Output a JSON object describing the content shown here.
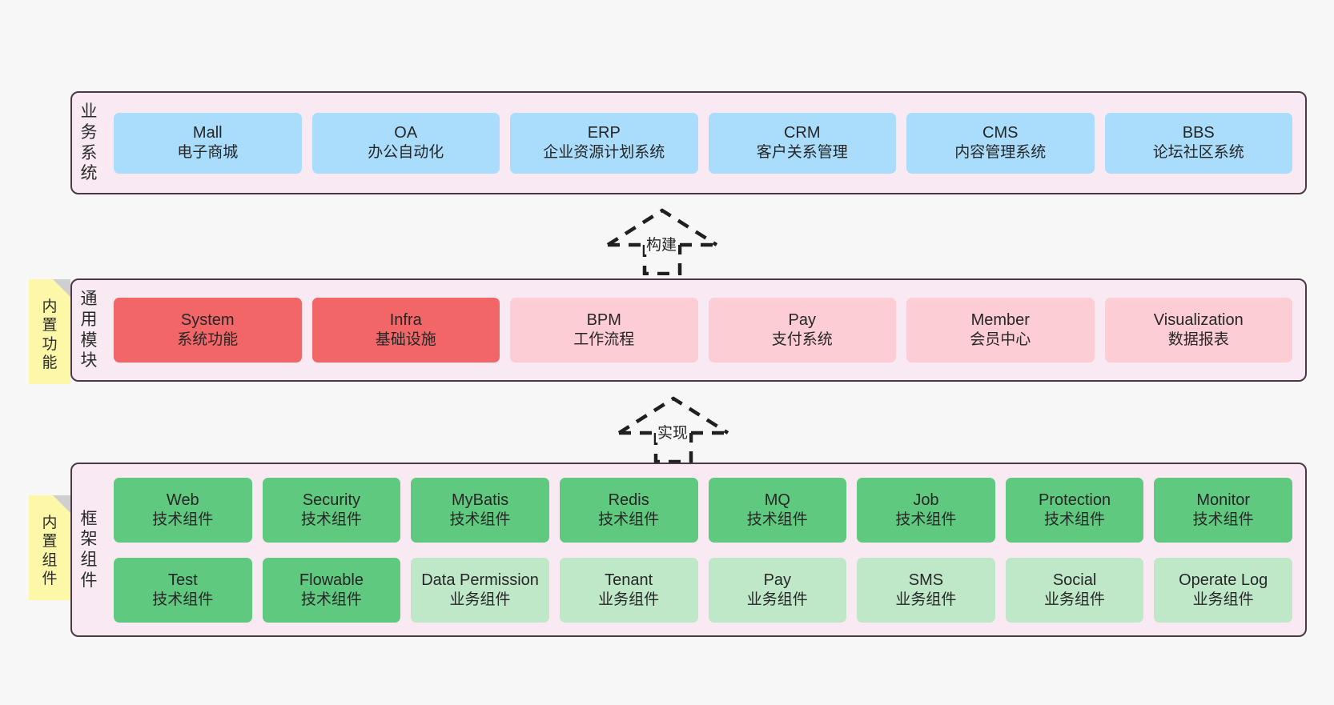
{
  "diagram": {
    "background_color": "#f7f7f7",
    "panel_color": "#f8e9f3",
    "panel_border_color": "#4b3a46"
  },
  "layers": [
    {
      "id": "business-system",
      "title": "业务系统",
      "title_chars": [
        "业",
        "务",
        "系",
        "统"
      ],
      "note": null,
      "box_color": "#aadcfb",
      "nodes": [
        {
          "name": "Mall",
          "subtitle": "电子商城",
          "color": "#aadcfb"
        },
        {
          "name": "OA",
          "subtitle": "办公自动化",
          "color": "#aadcfb"
        },
        {
          "name": "ERP",
          "subtitle": "企业资源计划系统",
          "color": "#aadcfb"
        },
        {
          "name": "CRM",
          "subtitle": "客户关系管理",
          "color": "#aadcfb"
        },
        {
          "name": "CMS",
          "subtitle": "内容管理系统",
          "color": "#aadcfb"
        },
        {
          "name": "BBS",
          "subtitle": "论坛社区系统",
          "color": "#aadcfb"
        }
      ]
    },
    {
      "id": "common-module",
      "title": "通用模块",
      "title_chars": [
        "通",
        "用",
        "模",
        "块"
      ],
      "note": {
        "text": "内置功能",
        "chars": [
          "内",
          "置",
          "功",
          "能"
        ],
        "color": "#fcf8a8"
      },
      "nodes": [
        {
          "name": "System",
          "subtitle": "系统功能",
          "color": "#f26667"
        },
        {
          "name": "Infra",
          "subtitle": "基础设施",
          "color": "#f26667"
        },
        {
          "name": "BPM",
          "subtitle": "工作流程",
          "color": "#fccdd4"
        },
        {
          "name": "Pay",
          "subtitle": "支付系统",
          "color": "#fccdd4"
        },
        {
          "name": "Member",
          "subtitle": "会员中心",
          "color": "#fccdd4"
        },
        {
          "name": "Visualization",
          "subtitle": "数据报表",
          "color": "#fccdd4"
        }
      ]
    },
    {
      "id": "framework-component",
      "title": "框架组件",
      "title_chars": [
        "框",
        "架",
        "组",
        "件"
      ],
      "note": {
        "text": "内置组件",
        "chars": [
          "内",
          "置",
          "组",
          "件"
        ],
        "color": "#fcf8a8"
      },
      "rows": [
        [
          {
            "name": "Web",
            "subtitle": "技术组件",
            "color": "#5fc97f"
          },
          {
            "name": "Security",
            "subtitle": "技术组件",
            "color": "#5fc97f"
          },
          {
            "name": "MyBatis",
            "subtitle": "技术组件",
            "color": "#5fc97f"
          },
          {
            "name": "Redis",
            "subtitle": "技术组件",
            "color": "#5fc97f"
          },
          {
            "name": "MQ",
            "subtitle": "技术组件",
            "color": "#5fc97f"
          },
          {
            "name": "Job",
            "subtitle": "技术组件",
            "color": "#5fc97f"
          },
          {
            "name": "Protection",
            "subtitle": "技术组件",
            "color": "#5fc97f"
          },
          {
            "name": "Monitor",
            "subtitle": "技术组件",
            "color": "#5fc97f"
          }
        ],
        [
          {
            "name": "Test",
            "subtitle": "技术组件",
            "color": "#5fc97f"
          },
          {
            "name": "Flowable",
            "subtitle": "技术组件",
            "color": "#5fc97f"
          },
          {
            "name": "Data Permission",
            "subtitle": "业务组件",
            "color": "#bfe8c9",
            "wrap": true
          },
          {
            "name": "Tenant",
            "subtitle": "业务组件",
            "color": "#bfe8c9"
          },
          {
            "name": "Pay",
            "subtitle": "业务组件",
            "color": "#bfe8c9"
          },
          {
            "name": "SMS",
            "subtitle": "业务组件",
            "color": "#bfe8c9"
          },
          {
            "name": "Social",
            "subtitle": "业务组件",
            "color": "#bfe8c9"
          },
          {
            "name": "Operate Log",
            "subtitle": "业务组件",
            "color": "#bfe8c9"
          }
        ]
      ]
    }
  ],
  "connectors": [
    {
      "id": "build",
      "label": "构建",
      "from": "common-module",
      "to": "business-system"
    },
    {
      "id": "implement",
      "label": "实现",
      "from": "framework-component",
      "to": "common-module"
    }
  ]
}
